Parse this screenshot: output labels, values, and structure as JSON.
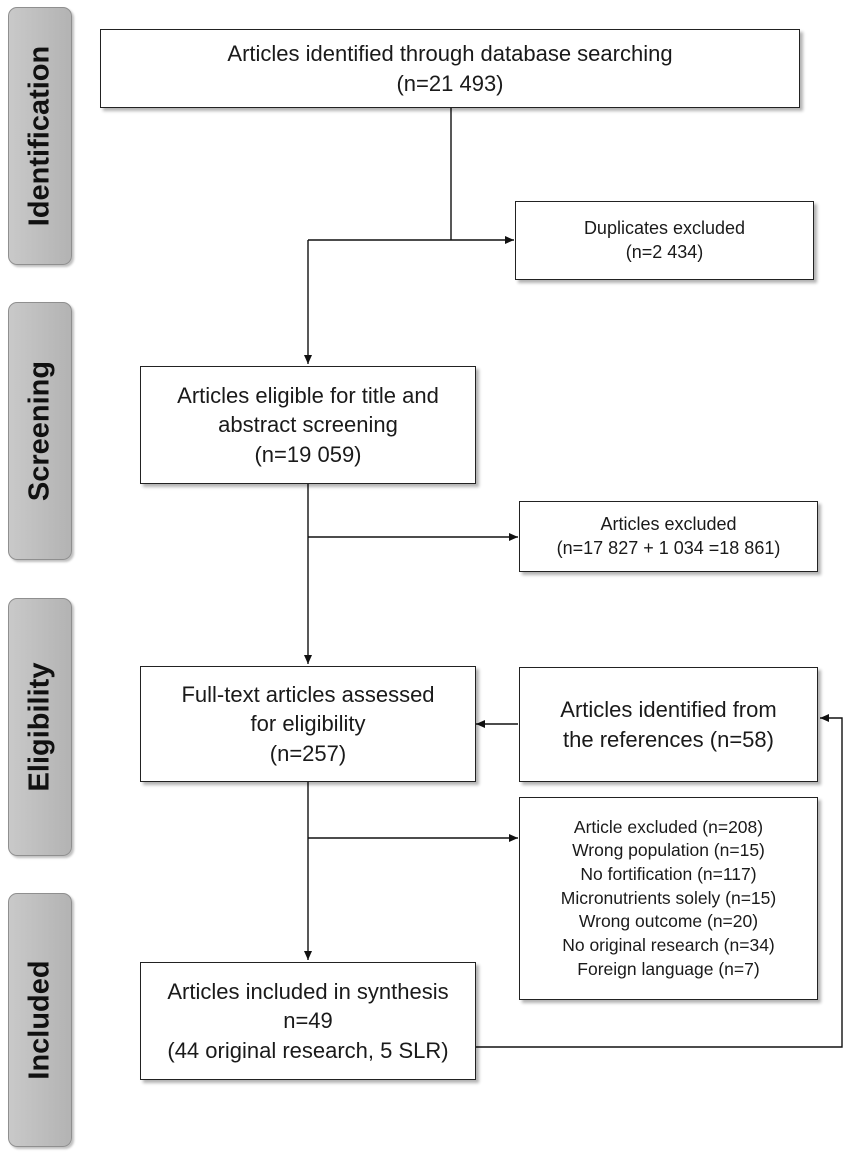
{
  "phases": {
    "identification": "Identification",
    "screening": "Screening",
    "eligibility": "Eligibility",
    "included": "Included"
  },
  "boxes": {
    "identified": {
      "line1": "Articles identified through database searching",
      "line2": "(n=21 493)"
    },
    "duplicates": {
      "line1": "Duplicates excluded",
      "line2": "(n=2 434)"
    },
    "screening": {
      "line1": "Articles eligible for title and",
      "line2": "abstract screening",
      "line3": "(n=19 059)"
    },
    "screen_excluded": {
      "line1": "Articles excluded",
      "line2": "(n=17 827 + 1 034 =18 861)"
    },
    "fulltext": {
      "line1": "Full-text articles assessed",
      "line2": "for eligibility",
      "line3": "(n=257)"
    },
    "references": {
      "line1": "Articles identified from",
      "line2": "the references (n=58)"
    },
    "fulltext_excluded": {
      "items": [
        "Article excluded (n=208)",
        "Wrong population (n=15)",
        "No fortification (n=117)",
        "Micronutrients solely (n=15)",
        "Wrong outcome (n=20)",
        "No original research (n=34)",
        "Foreign language (n=7)"
      ]
    },
    "included": {
      "line1": "Articles included in synthesis",
      "line2": "n=49",
      "line3": "(44 original research, 5 SLR)"
    }
  }
}
